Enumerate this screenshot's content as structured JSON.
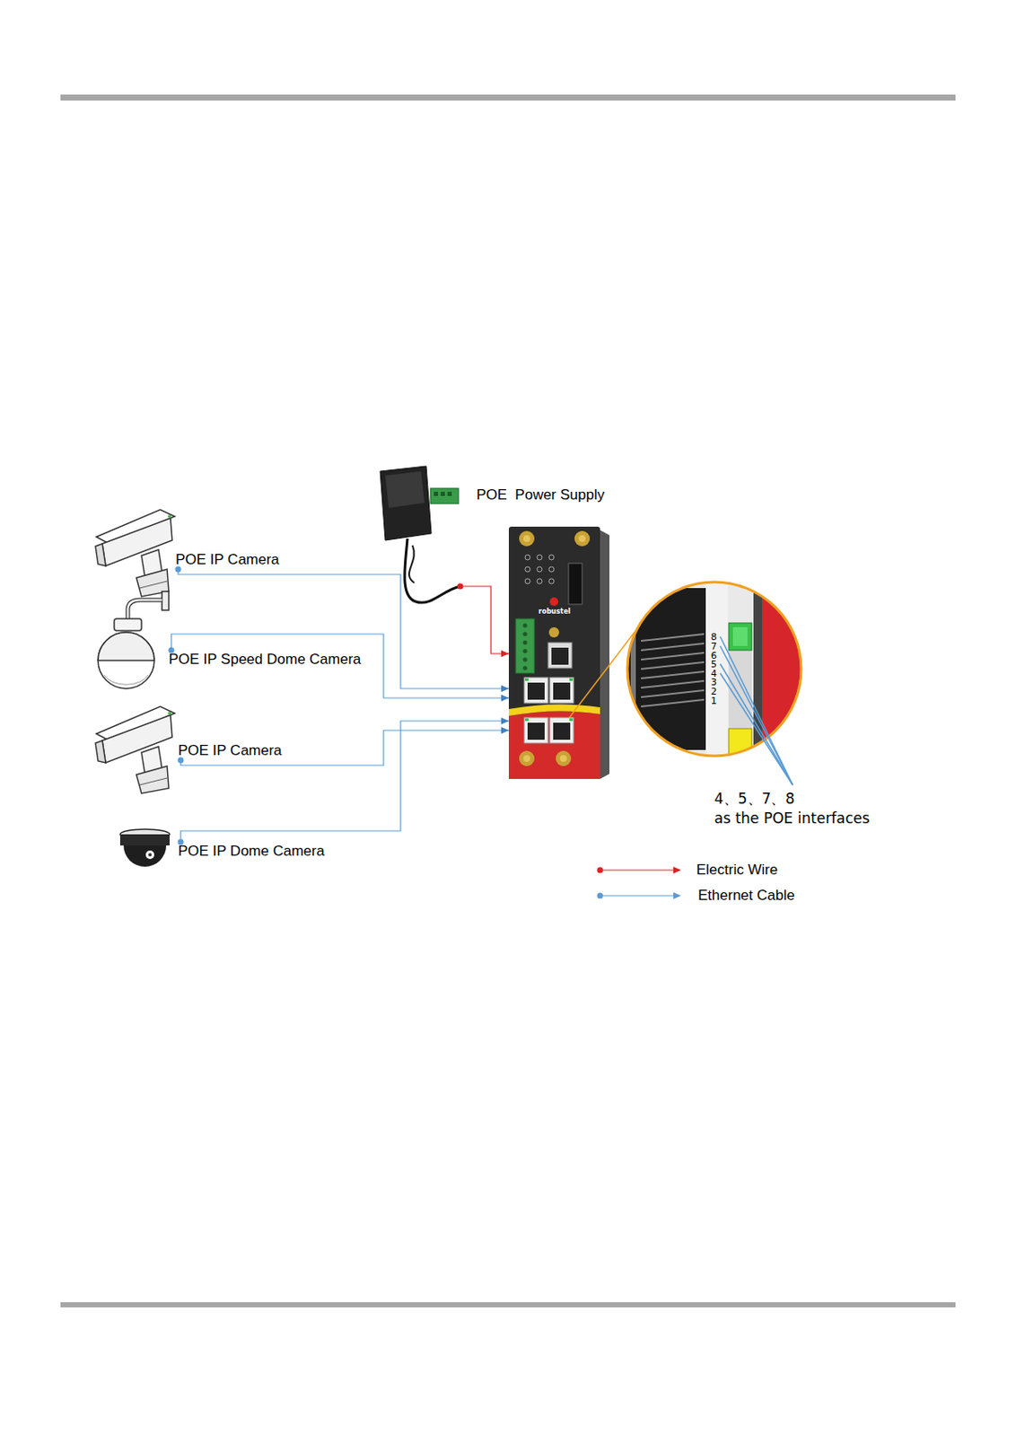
{
  "diagram": {
    "nodes": [
      {
        "text": [
          "POE  Power Supply"
        ]
      },
      {
        "text": [
          "robustel"
        ]
      },
      {
        "text": [
          "POE IP Camera"
        ]
      },
      {
        "text": [
          "POE IP Speed Dome Camera"
        ]
      },
      {
        "text": [
          "POE IP Camera"
        ]
      },
      {
        "text": [
          "POE IP Dome Camera"
        ]
      }
    ],
    "edges": [
      {
        "from": 0,
        "to": 1,
        "arrow": "to"
      },
      {
        "from": 2,
        "to": 1,
        "arrow": "to"
      },
      {
        "from": 3,
        "to": 1,
        "arrow": "to"
      },
      {
        "from": 4,
        "to": 1,
        "arrow": "to"
      },
      {
        "from": 5,
        "to": 1,
        "arrow": "to"
      }
    ],
    "labels": [
      "8",
      "7",
      "6",
      "5",
      "4",
      "3",
      "2",
      "1",
      "4、5、7、8",
      "as the POE interfaces"
    ],
    "legend": [
      {
        "text": "Electric Wire"
      },
      {
        "text": "Ethernet Cable"
      }
    ]
  }
}
